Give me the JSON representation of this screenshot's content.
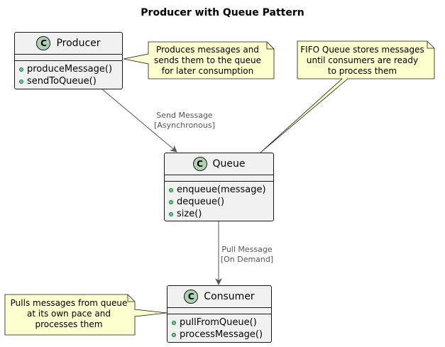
{
  "diagram": {
    "title": "Producer with Queue Pattern",
    "classes": {
      "producer": {
        "badge": "C",
        "name": "Producer",
        "methods": [
          "produceMessage()",
          "sendToQueue()"
        ]
      },
      "queue": {
        "badge": "C",
        "name": "Queue",
        "methods": [
          "enqueue(message)",
          "dequeue()",
          "size()"
        ]
      },
      "consumer": {
        "badge": "C",
        "name": "Consumer",
        "methods": [
          "pullFromQueue()",
          "processMessage()"
        ]
      }
    },
    "notes": {
      "producer": [
        "Produces messages and",
        "sends them to the queue",
        "for later consumption"
      ],
      "queue": [
        "FIFO Queue stores messages",
        "until consumers are ready",
        "to process them"
      ],
      "consumer": [
        "Pulls messages from queue",
        "at its own pace and",
        "processes them"
      ]
    },
    "edges": {
      "producer_to_queue": [
        "Send Message",
        "[Asynchronous]"
      ],
      "queue_to_consumer": [
        "Pull Message",
        "[On Demand]"
      ]
    },
    "colors": {
      "class_fill": "#f1f1f1",
      "badge_fill": "#add1b2",
      "method_dot": "#84be84",
      "note_fill": "#fefece",
      "line": "#181818"
    }
  }
}
